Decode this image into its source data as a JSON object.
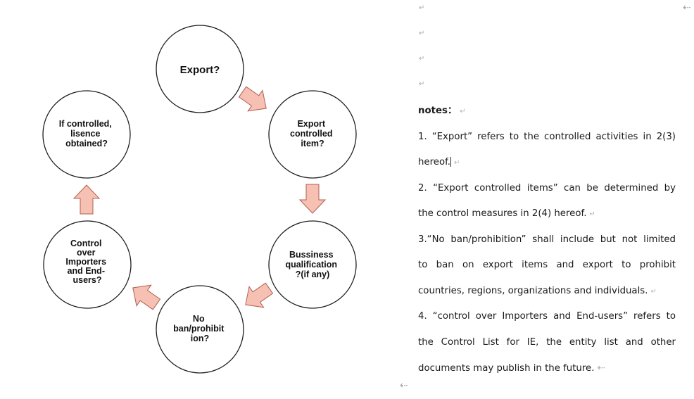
{
  "diagram": {
    "nodes": [
      {
        "id": "export",
        "lines": [
          "Export?"
        ]
      },
      {
        "id": "controlled-item",
        "lines": [
          "Export",
          "controlled",
          "item?"
        ]
      },
      {
        "id": "qualification",
        "lines": [
          "Bussiness",
          "qualification",
          "?(if any)"
        ]
      },
      {
        "id": "no-ban",
        "lines": [
          "No",
          "ban/prohibit",
          "ion?"
        ]
      },
      {
        "id": "control-importers",
        "lines": [
          "Control",
          "over",
          "Importers",
          "and End-",
          "users?"
        ]
      },
      {
        "id": "license",
        "lines": [
          "If controlled,",
          "lisence",
          "obtained?"
        ]
      }
    ]
  },
  "notes": {
    "heading": "notes：",
    "lines": [
      "1. “Export” refers to the controlled activities in 2(3)",
      "hereof.",
      "2. “Export controlled items” can be determined by",
      "the control measures in 2(4) hereof.",
      "3.“No ban/prohibition” shall include but not limited",
      "to ban on export items and export to prohibit",
      "countries, regions, organizations and individuals.",
      "4. “control over Importers and End-users” refers to",
      "the Control List for IE, the entity list and other",
      "documents may publish in the future."
    ]
  },
  "marks": {
    "paragraph": "↵",
    "return_arrow": "⇠"
  },
  "colors": {
    "arrow_fill": "#f6c0b2",
    "arrow_stroke": "#b06050",
    "circle_stroke": "#1e1e1e",
    "mark": "#a8a8a8"
  }
}
